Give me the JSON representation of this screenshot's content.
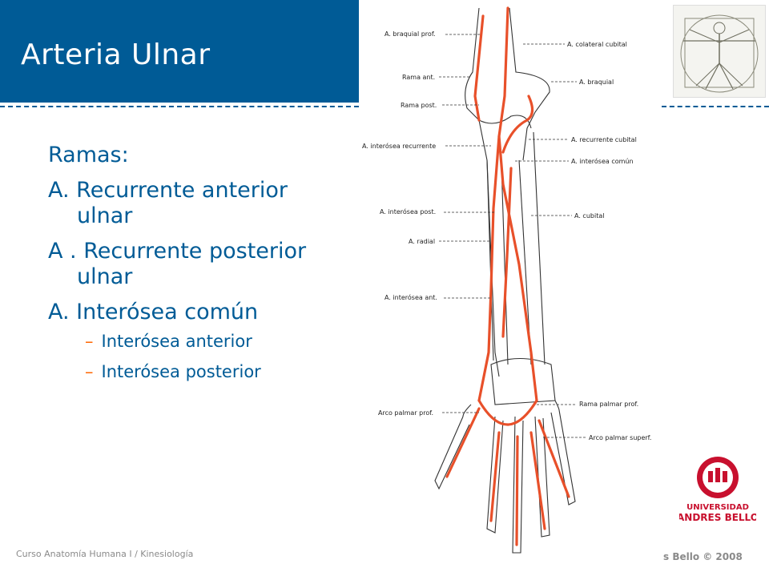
{
  "slide": {
    "title": "Arteria Ulnar",
    "lines": {
      "ramas": "Ramas:",
      "a1_line1": "A.  Recurrente anterior",
      "a1_line2": "ulnar",
      "a2_line1": "A . Recurrente posterior",
      "a2_line2": "ulnar",
      "a3": "A. Interósea común",
      "sub1": "Interósea anterior",
      "sub2": "Interósea posterior"
    },
    "dash_glyph": "–"
  },
  "figure": {
    "labels_left": {
      "l1": "A. braquial prof.",
      "l2": "Rama ant.",
      "l3": "Rama post.",
      "l4": "A. interósea recurrente",
      "l5": "A. interósea post.",
      "l6": "A. radial",
      "l7": "A. interósea ant.",
      "l8": "Arco palmar prof."
    },
    "labels_right": {
      "r1": "A. colateral cubital",
      "r2": "A. braquial",
      "r3": "A. recurrente cubital",
      "r4": "A. interósea común",
      "r5": "A. cubital",
      "r6": "Rama palmar prof.",
      "r7": "Arco palmar superf."
    }
  },
  "logo": {
    "line1": "UNIVERSIDAD",
    "line2": "ANDRES BELLO"
  },
  "footer": {
    "left": "Curso Anatomía Humana I / Kinesiología",
    "right": "s Bello  © 2008"
  },
  "colors": {
    "brand_blue": "#005b96",
    "artery": "#e8502a",
    "dash_orange": "#ff6600",
    "logo_red": "#c8102e"
  }
}
